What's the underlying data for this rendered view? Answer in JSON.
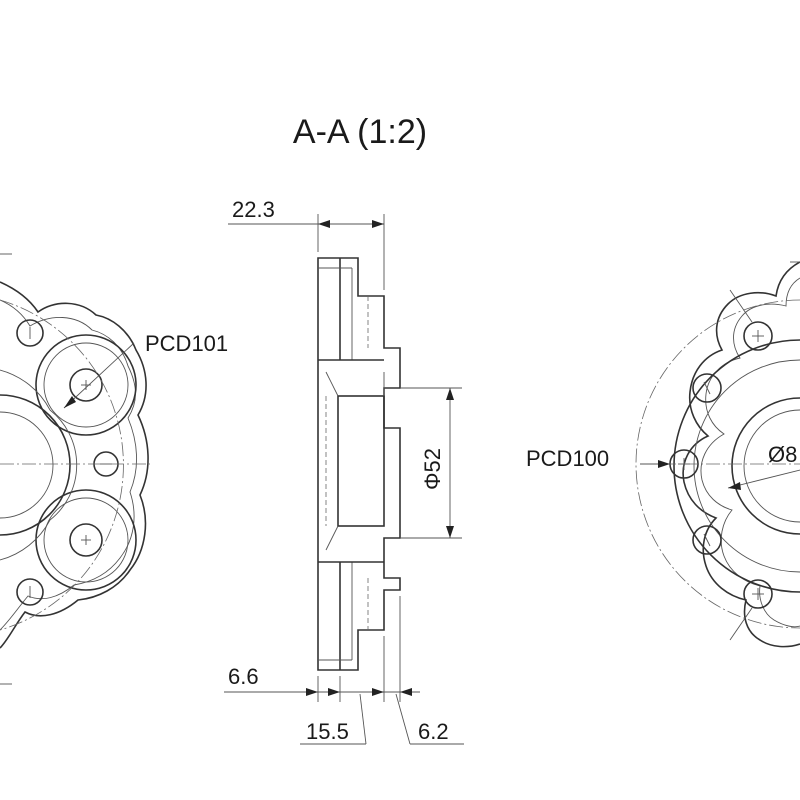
{
  "drawing": {
    "section_title": "A-A (1:2)",
    "left_view": {
      "pcd_label": "PCD101"
    },
    "section_view": {
      "dim_top": "22.3",
      "dim_diameter": "Φ52",
      "dim_bottom_left": "6.6",
      "dim_bottom_mid": "15.5",
      "dim_bottom_right": "6.2"
    },
    "right_view": {
      "pcd_label": "PCD100",
      "bore_label": "Ø8"
    }
  }
}
